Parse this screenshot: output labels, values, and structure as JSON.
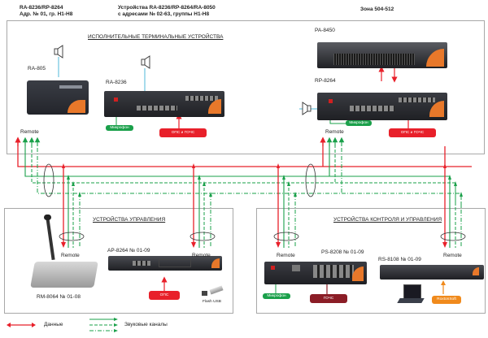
{
  "header": {
    "left_line1": "RA-8236/RP-8264",
    "left_line2": "Адр. № 01, гр. Н1-Н8",
    "middle_line1": "Устройства RA-8236/RP-8264/RA-8050",
    "middle_line2": "с адресами № 02-63, группы Н1-Н8",
    "right": "Зона 504-512"
  },
  "sections": {
    "terminal": {
      "title": "ИСПОЛНИТЕЛЬНЫЕ ТЕРМИНАЛЬНЫЕ УСТРОЙСТВА",
      "devices": {
        "ra805": "RA-805",
        "ra8236": "RA-8236",
        "pa8450": "PA-8450",
        "rp8264": "RP-8264"
      },
      "tags": {
        "mic_left": "Микрофон",
        "ops_left": "ОПС и ГОЧС",
        "mic_right": "Микрофон",
        "ops_right": "ОПС и ГОЧС"
      },
      "remote_left": "Remote",
      "remote_right": "Remote"
    },
    "control": {
      "title": "УСТРОЙСТВА УПРАВЛЕНИЯ",
      "devices": {
        "rm8064": "RM-8064 № 01-08",
        "ap8264": "AP-8264 № 01-09",
        "flash": "Flash USB"
      },
      "tags": {
        "ops": "ОПС"
      },
      "remote_left": "Remote",
      "remote_right": "Remote"
    },
    "monitor": {
      "title": "УСТРОЙСТВА КОНТРОЛЯ И УПРАВЛЕНИЯ",
      "devices": {
        "ps8208": "PS-8208 № 01-09",
        "rs8108": "RS-8108 № 01-09"
      },
      "tags": {
        "mic": "Микрофон",
        "gochs": "ГОЧС",
        "soft": "RoxtonSoft"
      },
      "remote_left": "Remote",
      "remote_right": "Remote"
    }
  },
  "legend": {
    "data": "Данные",
    "audio": "Звуковые каналы"
  },
  "colors": {
    "data_line": "#e8202a",
    "audio_line": "#1aa04a",
    "speaker_line": "#4fb8d8",
    "frame": "#a8a8a8",
    "tag_red": "#e8202a",
    "tag_green": "#1aa04a",
    "tag_dark": "#8b1d26",
    "tag_orange": "#f08a1c"
  }
}
